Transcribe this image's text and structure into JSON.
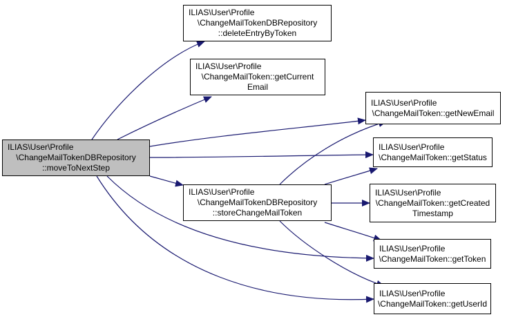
{
  "graph": {
    "edge_color": "#191970",
    "root_fill": "#bfbfbf",
    "nodes": {
      "root": [
        "ILIAS\\User\\Profile",
        "\\ChangeMailTokenDBRepository",
        "::moveToNextStep"
      ],
      "deleteEntryByToken": [
        "ILIAS\\User\\Profile",
        "\\ChangeMailTokenDBRepository",
        "::deleteEntryByToken"
      ],
      "getCurrentEmail": [
        "ILIAS\\User\\Profile",
        "\\ChangeMailToken::getCurrent",
        "Email"
      ],
      "getNewEmail": [
        "ILIAS\\User\\Profile",
        "\\ChangeMailToken::getNewEmail"
      ],
      "getStatus": [
        "ILIAS\\User\\Profile",
        "\\ChangeMailToken::getStatus"
      ],
      "storeChangeMailToken": [
        "ILIAS\\User\\Profile",
        "\\ChangeMailTokenDBRepository",
        "::storeChangeMailToken"
      ],
      "getCreatedTimestamp": [
        "ILIAS\\User\\Profile",
        "\\ChangeMailToken::getCreated",
        "Timestamp"
      ],
      "getToken": [
        "ILIAS\\User\\Profile",
        "\\ChangeMailToken::getToken"
      ],
      "getUserId": [
        "ILIAS\\User\\Profile",
        "\\ChangeMailToken::getUserId"
      ]
    }
  }
}
